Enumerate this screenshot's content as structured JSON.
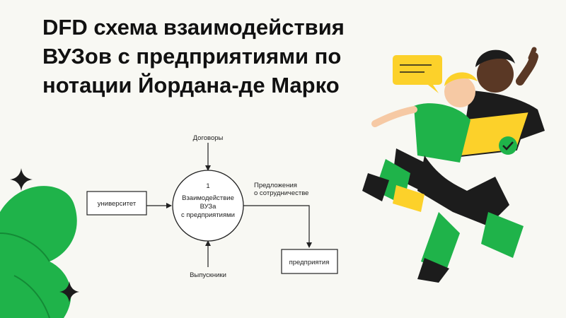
{
  "title_lines": [
    "DFD схема взаимодействия",
    "ВУЗов с предприятиями по",
    "нотации Йордана-де Марко"
  ],
  "diagram": {
    "process": {
      "number": "1",
      "lines": [
        "Взаимодействие",
        "ВУЗа",
        "с предприятиями"
      ]
    },
    "entities": {
      "source": "университет",
      "sink": "предприятия"
    },
    "flows": {
      "input_top": "Договоры",
      "input_bottom": "Выпускники",
      "output_lines": [
        "Предложения",
        "о сотрудничестве"
      ]
    }
  },
  "colors": {
    "background": "#f8f8f3",
    "accent_green": "#1fb34a",
    "accent_yellow": "#fcd12a",
    "dark": "#1c1c1c"
  }
}
